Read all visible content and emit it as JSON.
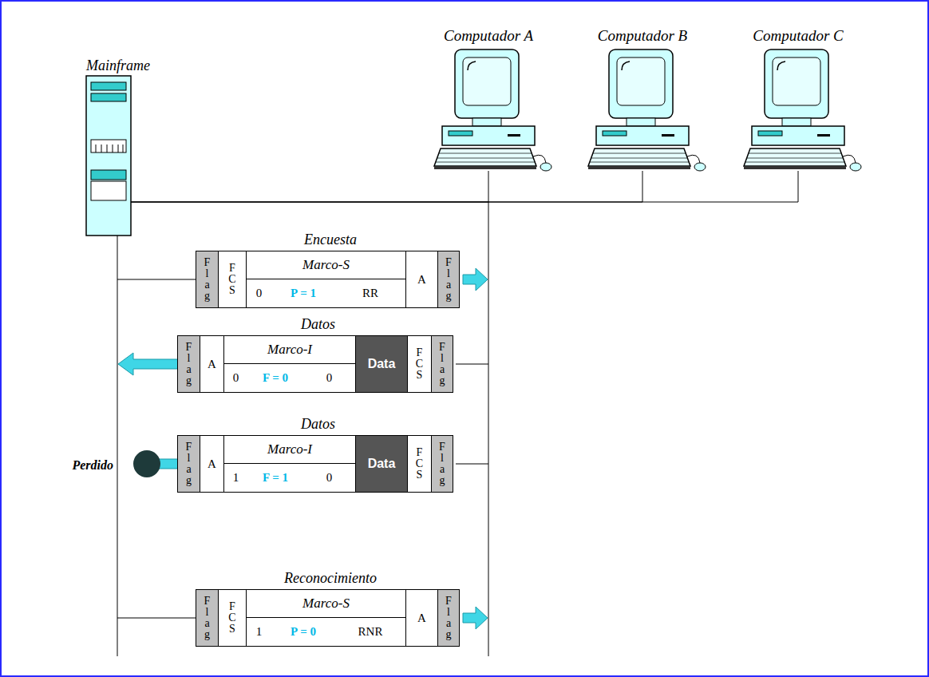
{
  "diagram": {
    "nodes": [
      {
        "text": [
          "Mainframe"
        ]
      },
      {
        "text": [
          "Computador A"
        ]
      },
      {
        "text": [
          "Computador B"
        ]
      },
      {
        "text": [
          "Computador C"
        ]
      },
      {
        "text": [
          "Encuesta"
        ]
      },
      {
        "text": [
          "Flag"
        ],
        "in": 4
      },
      {
        "text": [
          "FCS"
        ],
        "in": 4
      },
      {
        "text": [
          "Marco-S"
        ],
        "in": 4
      },
      {
        "text": [
          "0"
        ],
        "in": 7
      },
      {
        "text": [
          "P = 1"
        ],
        "in": 7
      },
      {
        "text": [
          "RR"
        ],
        "in": 7
      },
      {
        "text": [
          "A"
        ],
        "in": 4
      },
      {
        "text": [
          "Flag"
        ],
        "in": 4
      },
      {
        "text": [
          "Datos"
        ]
      },
      {
        "text": [
          "Flag"
        ],
        "in": 13
      },
      {
        "text": [
          "A"
        ],
        "in": 13
      },
      {
        "text": [
          "Marco-I"
        ],
        "in": 13
      },
      {
        "text": [
          "0"
        ],
        "in": 16
      },
      {
        "text": [
          "F = 0"
        ],
        "in": 16
      },
      {
        "text": [
          "0"
        ],
        "in": 16
      },
      {
        "text": [
          "Data"
        ],
        "in": 13
      },
      {
        "text": [
          "FCS"
        ],
        "in": 13
      },
      {
        "text": [
          "Flag"
        ],
        "in": 13
      },
      {
        "text": [
          "Datos"
        ]
      },
      {
        "text": [
          "Flag"
        ],
        "in": 23
      },
      {
        "text": [
          "A"
        ],
        "in": 23
      },
      {
        "text": [
          "Marco-I"
        ],
        "in": 23
      },
      {
        "text": [
          "1"
        ],
        "in": 26
      },
      {
        "text": [
          "F = 1"
        ],
        "in": 26
      },
      {
        "text": [
          "0"
        ],
        "in": 26
      },
      {
        "text": [
          "Data"
        ],
        "in": 23
      },
      {
        "text": [
          "FCS"
        ],
        "in": 23
      },
      {
        "text": [
          "Flag"
        ],
        "in": 23
      },
      {
        "text": [
          "Reconocimiento"
        ]
      },
      {
        "text": [
          "Flag"
        ],
        "in": 33
      },
      {
        "text": [
          "FCS"
        ],
        "in": 33
      },
      {
        "text": [
          "Marco-S"
        ],
        "in": 33
      },
      {
        "text": [
          "1"
        ],
        "in": 36
      },
      {
        "text": [
          "P = 0"
        ],
        "in": 36
      },
      {
        "text": [
          "RNR"
        ],
        "in": 36
      },
      {
        "text": [
          "A"
        ],
        "in": 33
      },
      {
        "text": [
          "Flag"
        ],
        "in": 33
      }
    ],
    "edges": [
      {
        "from": 0,
        "to": 1,
        "arrow": "none"
      },
      {
        "from": 0,
        "to": 2,
        "arrow": "none"
      },
      {
        "from": 0,
        "to": 3,
        "arrow": "none"
      }
    ],
    "labels": [
      "Perdido"
    ]
  }
}
